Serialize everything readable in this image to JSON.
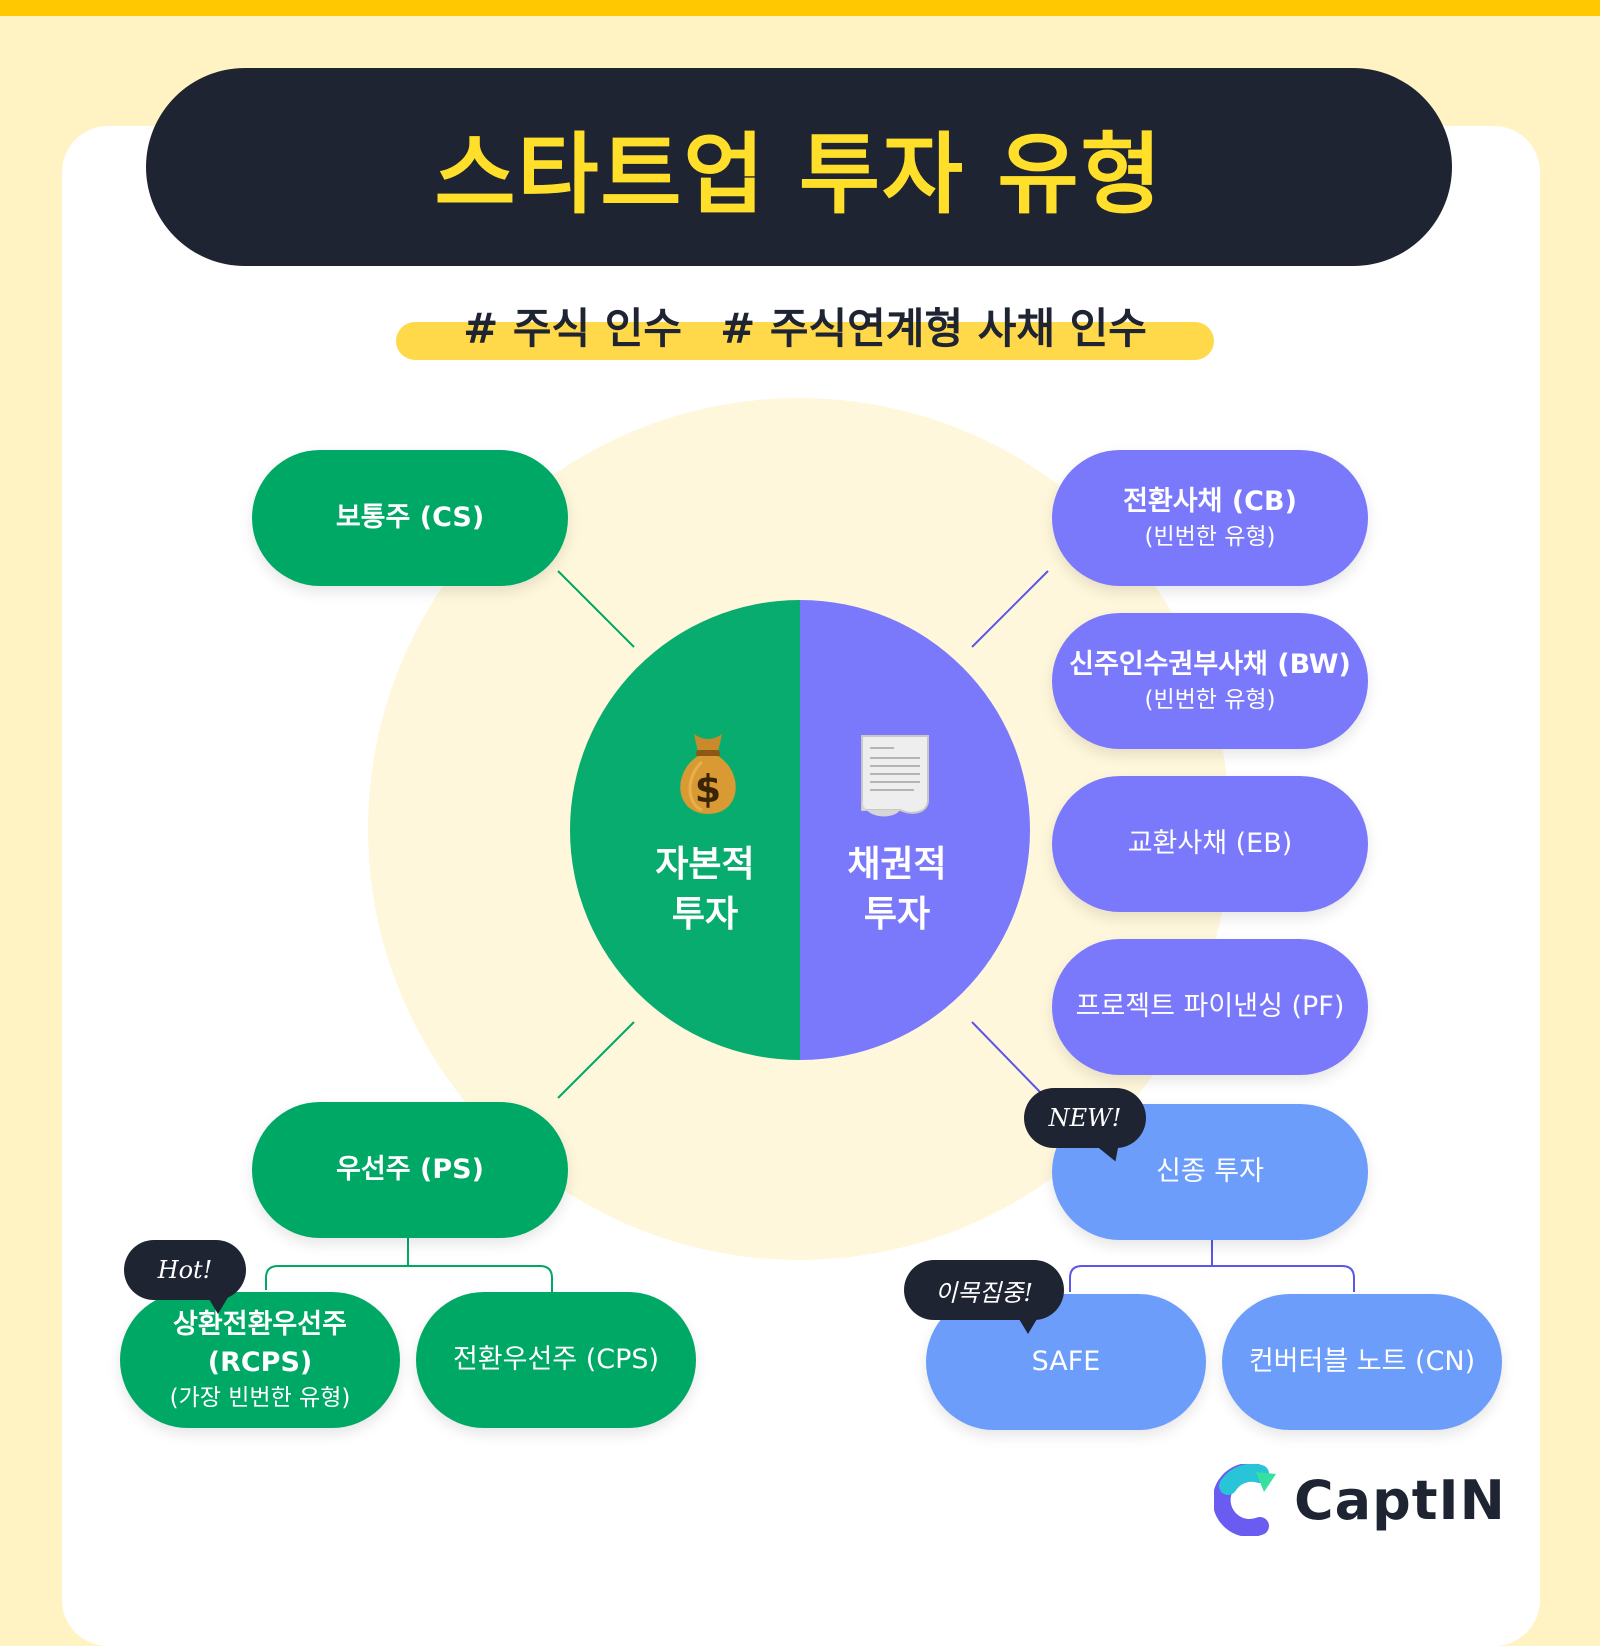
{
  "header": {
    "title": "스타트업 투자 유형",
    "tags": [
      "# 주식 인수",
      "# 주식연계형 사채 인수"
    ]
  },
  "center": {
    "left_line1": "자본적",
    "left_line2": "투자",
    "right_line1": "채권적",
    "right_line2": "투자",
    "left_icon": "money-bag-icon",
    "right_icon": "document-icon"
  },
  "equity": {
    "common": "보통주 (CS)",
    "preferred": "우선주 (PS)",
    "rcps_line1": "상환전환우선주",
    "rcps_line2": "(RCPS)",
    "rcps_note": "(가장 빈번한 유형)",
    "cps": "전환우선주 (CPS)"
  },
  "debt": {
    "cb": "전환사채 (CB)",
    "cb_note": "(빈번한 유형)",
    "bw": "신주인수권부사채 (BW)",
    "bw_note": "(빈번한 유형)",
    "eb": "교환사채 (EB)",
    "pf": "프로젝트 파이낸싱 (PF)",
    "new": "신종 투자",
    "safe": "SAFE",
    "cn": "컨버터블 노트 (CN)"
  },
  "badges": {
    "hot": "Hot!",
    "new": "NEW!",
    "attention": "이목집중!"
  },
  "brand": {
    "name": "CaptIN",
    "logo_icon": "captin-c-logo-icon"
  },
  "colors": {
    "accent_yellow": "#ffc800",
    "title_text": "#ffdf2a",
    "dark": "#1f2432",
    "green": "#00a866",
    "purple": "#7b79fb",
    "blue": "#6c9dfb"
  }
}
